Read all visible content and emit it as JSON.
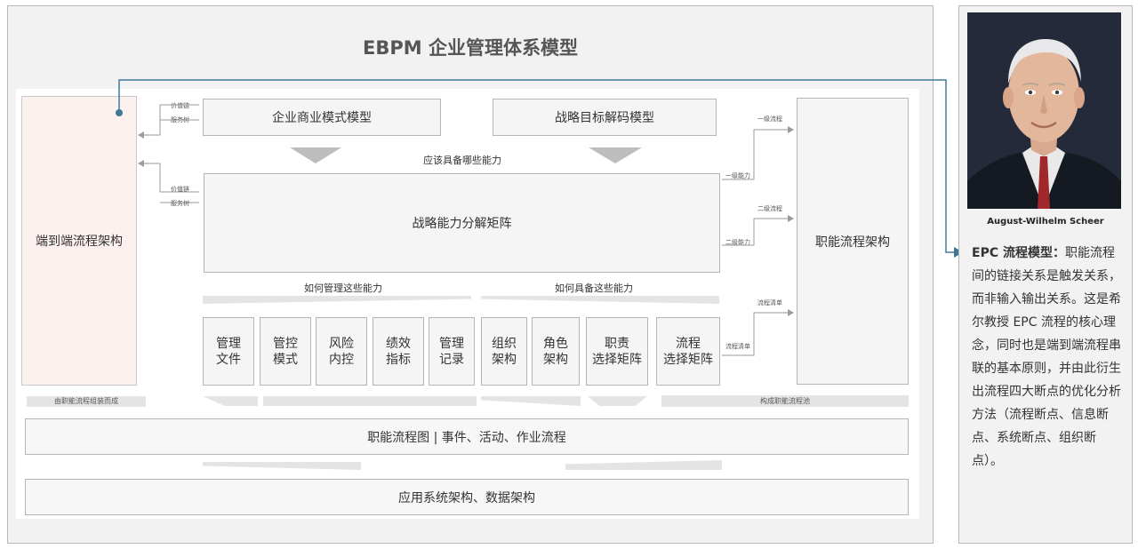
{
  "title": "EBPM 企业管理体系模型",
  "left_column": {
    "label": "端到端流程架构",
    "note": "由职能流程组装而成"
  },
  "right_column": {
    "label": "职能流程架构",
    "note": "构成职能流程池"
  },
  "top_models": [
    "企业商业模式模型",
    "战略目标解码模型"
  ],
  "capability_question": "应该具备哪些能力",
  "matrix_label": "战略能力分解矩阵",
  "value_chain_labels": {
    "upper": [
      "价值链",
      "服务树"
    ],
    "lower": [
      "价值链",
      "服务树"
    ]
  },
  "level_labels": {
    "level1_flow": "一级流程",
    "level1_capability": "一级能力",
    "level2_flow": "二级流程",
    "level2_capability": "二级能力",
    "flow_list_top": "流程清单",
    "flow_list_bottom": "流程清单"
  },
  "manage_heading": "如何管理这些能力",
  "possess_heading": "如何具备这些能力",
  "manage_items": [
    "管理文件",
    "管控模式",
    "风险内控",
    "绩效指标",
    "管理记录"
  ],
  "possess_items": [
    "组织架构",
    "角色架构",
    "职责选择矩阵",
    "流程选择矩阵"
  ],
  "flow_bar": "职能流程图 | 事件、活动、作业流程",
  "system_bar": "应用系统架构、数据架构",
  "sidebar": {
    "caption": "August-Wilhelm Scheer",
    "desc_title": "EPC 流程模型：",
    "desc_body": "职能流程间的链接关系是触发关系，而非输入输出关系。这是希尔教授 EPC 流程的核心理念，同时也是端到端流程串联的基本原则，并由此衍生出流程四大断点的优化分析方法（流程断点、信息断点、系统断点、组织断点）。"
  },
  "colors": {
    "connector": "#3e7a98",
    "pink_fill": "#fdf1ef",
    "box_fill": "#f5f5f5"
  }
}
